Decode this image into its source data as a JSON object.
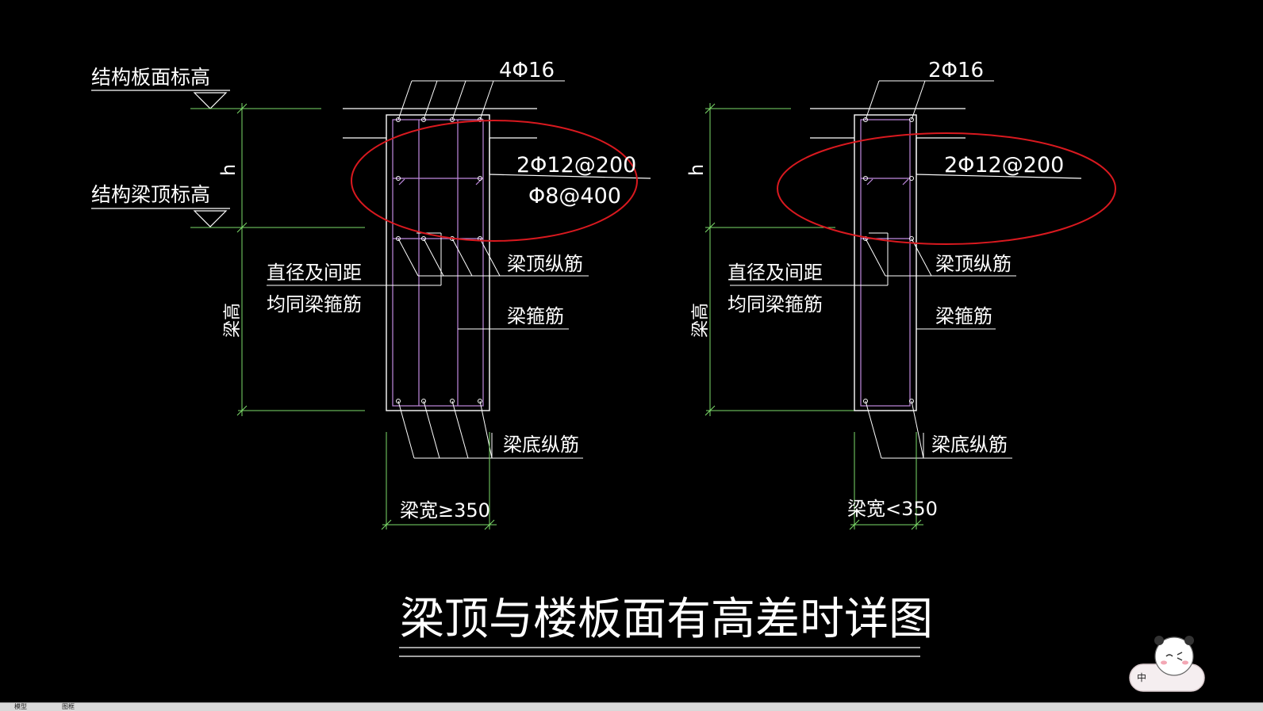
{
  "drawing": {
    "title": "梁顶与楼板面有高差时详图",
    "left_detail": {
      "slab_level_label": "结构板面标高",
      "beam_top_level_label": "结构梁顶标高",
      "h_label": "h",
      "beam_height_label": "梁高",
      "top_bars_label": "4Φ16",
      "slab_bars_label": "2Φ12@200",
      "tie_label": "Φ8@400",
      "dia_spacing_line1": "直径及间距",
      "dia_spacing_line2": "均同梁箍筋",
      "beam_top_long_label": "梁顶纵筋",
      "stirrup_label": "梁箍筋",
      "beam_bottom_long_label": "梁底纵筋",
      "width_label": "梁宽≥350"
    },
    "right_detail": {
      "h_label": "h",
      "beam_height_label": "梁高",
      "top_bars_label": "2Φ16",
      "slab_bars_label": "2Φ12@200",
      "dia_spacing_line1": "直径及间距",
      "dia_spacing_line2": "均同梁箍筋",
      "beam_top_long_label": "梁顶纵筋",
      "stirrup_label": "梁箍筋",
      "beam_bottom_long_label": "梁底纵筋",
      "width_label": "梁宽<350"
    }
  },
  "colors": {
    "background": "#000000",
    "line_white": "#ffffff",
    "dimension_green": "#7ddc6a",
    "rebar_purple": "#c08ae0",
    "highlight_red": "#d9191f"
  },
  "ime_badge": {
    "label": "中"
  },
  "tabs": {
    "model": "模型",
    "layout": "图框"
  }
}
